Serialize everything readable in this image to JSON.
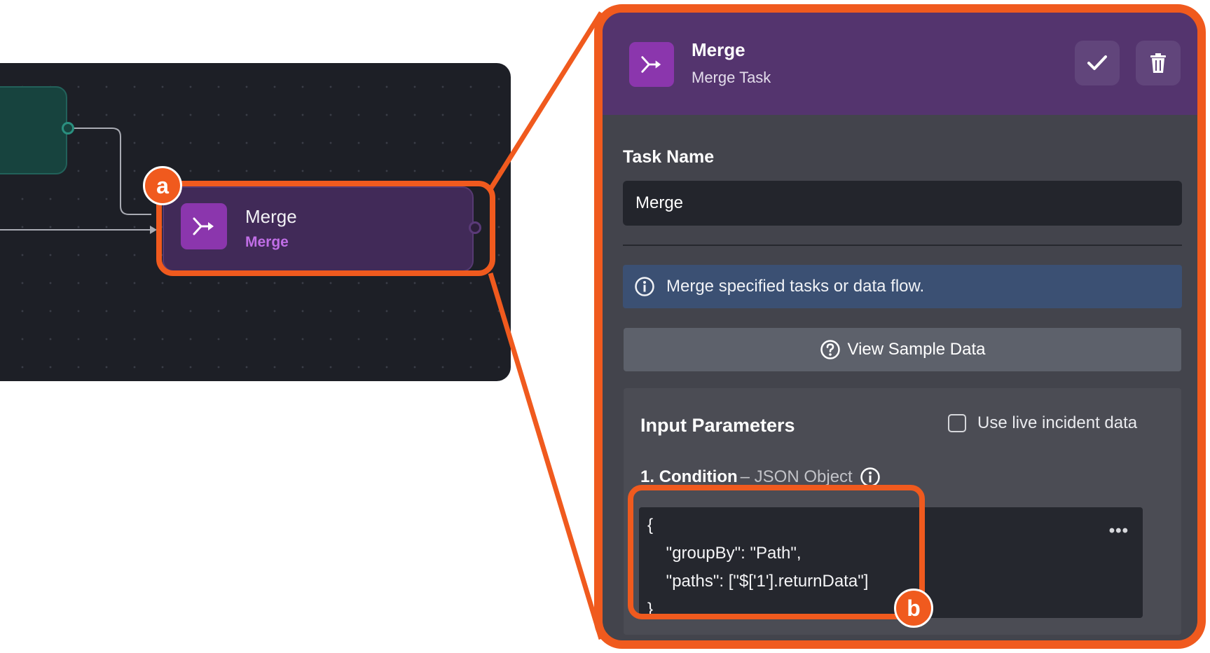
{
  "canvas": {
    "merge_node": {
      "title": "Merge",
      "subtitle": "Merge"
    }
  },
  "callouts": {
    "a": "a",
    "b": "b"
  },
  "panel": {
    "header": {
      "title": "Merge",
      "subtitle": "Merge Task",
      "icon": "merge-icon"
    },
    "task_name_label": "Task Name",
    "task_name_value": "Merge",
    "info_text": "Merge specified tasks or data flow.",
    "view_sample_label": "View Sample Data",
    "input_parameters": {
      "title": "Input Parameters",
      "live_data_label": "Use live incident data",
      "live_data_checked": false,
      "condition": {
        "number": "1.",
        "name": "Condition",
        "type": " – JSON Object"
      },
      "code": "{\n    \"groupBy\": \"Path\",\n    \"paths\": [\"$['1'].returnData\"]\n}",
      "more": "•••"
    }
  },
  "colors": {
    "accent": "#f05a1e",
    "header_bg": "#54346e",
    "node_icon": "#8b36ad",
    "node_sub": "#c06ee6",
    "info_banner": "#3b5073"
  }
}
